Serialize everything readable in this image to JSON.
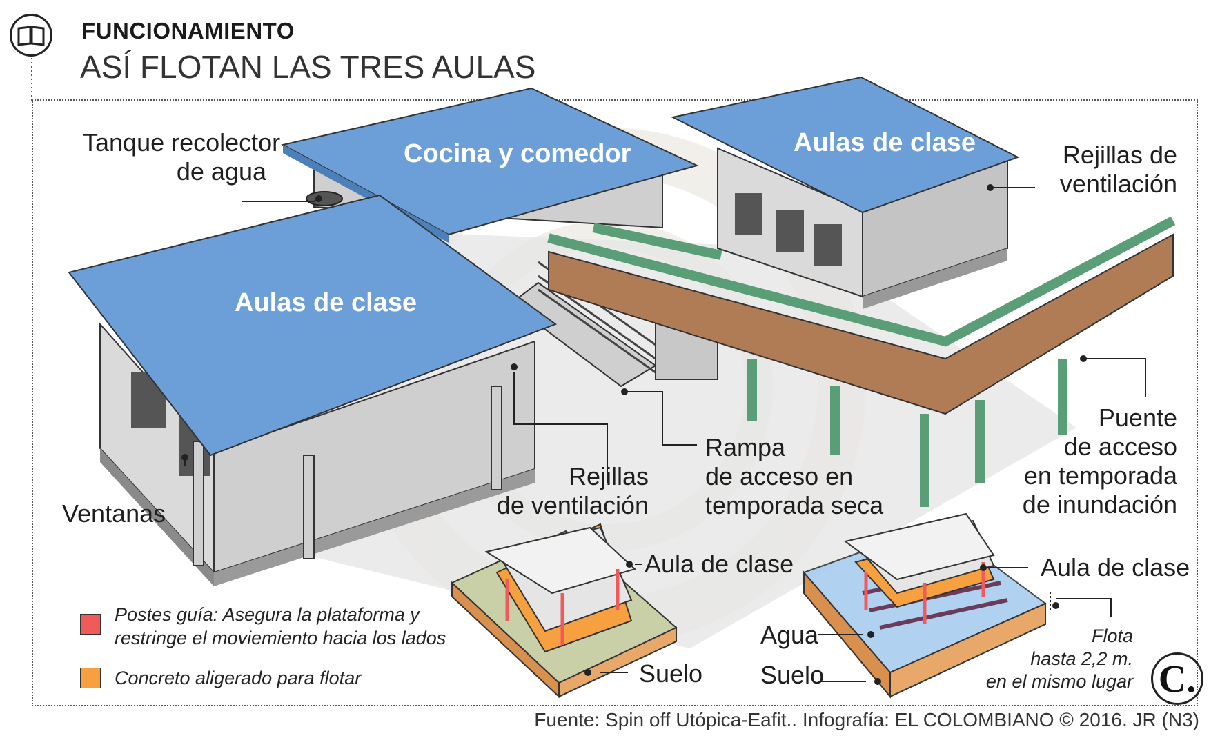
{
  "header": {
    "kicker": "FUNCIONAMIENTO",
    "title": "ASÍ FLOTAN LAS TRES AULAS"
  },
  "roofs": {
    "kitchen": "Cocina y comedor",
    "classroom_right": "Aulas de clase",
    "classroom_left": "Aulas de clase"
  },
  "labels": {
    "tank_line1": "Tanque recolector",
    "tank_line2": "de agua",
    "vent_right_line1": "Rejillas de",
    "vent_right_line2": "ventilación",
    "windows": "Ventanas",
    "vent_left_line1": "Rejillas",
    "vent_left_line2": "de ventilación",
    "ramp_line1": "Rampa",
    "ramp_line2": "de acceso en",
    "ramp_line3": "temporada seca",
    "bridge_line1": "Puente",
    "bridge_line2": "de acceso",
    "bridge_line3": "en temporada",
    "bridge_line4": "de inundación",
    "aula_dry": "Aula de clase",
    "soil_dry": "Suelo",
    "aula_wet": "Aula de clase",
    "water": "Agua",
    "soil_wet": "Suelo",
    "float_line1": "Flota",
    "float_line2": "hasta 2,2 m.",
    "float_line3": "en el mismo lugar"
  },
  "legend": [
    {
      "text_line1": "Postes guía: Asegura la plataforma y",
      "text_line2": "restringe el moviemiento hacia los lados",
      "color": "#f05a5a"
    },
    {
      "text_line1": "Concreto aligerado para flotar",
      "text_line2": "",
      "color": "#f7a040"
    }
  ],
  "colors": {
    "roof": "#6c9fd8",
    "wall": "#d9d9d9",
    "bridge": "#5a9e78",
    "deck": "#b07c55",
    "soil": "#e7a86a",
    "ground_top": "#c9d0a8",
    "water": "#a9cdef"
  },
  "source": "Fuente: Spin off Utópica-Eafit.. Infografía: EL COLOMBIANO © 2016. JR (N3)",
  "logo": "C."
}
